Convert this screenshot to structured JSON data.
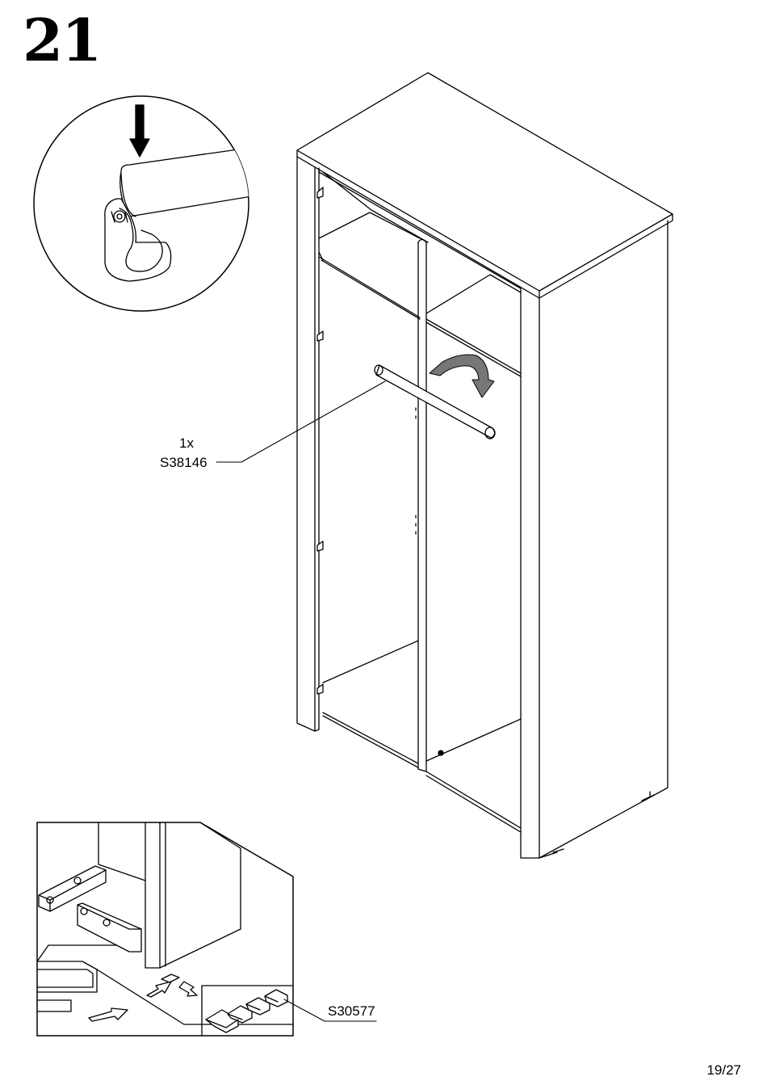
{
  "step": {
    "number": "21"
  },
  "callouts": {
    "rail": {
      "quantity": "1x",
      "part_code": "S38146"
    },
    "feet": {
      "part_code": "S30577"
    }
  },
  "footer": {
    "page": "19/27"
  },
  "icons": [
    "down-arrow-icon",
    "rotate-arrow-icon",
    "push-arrow-icon"
  ]
}
